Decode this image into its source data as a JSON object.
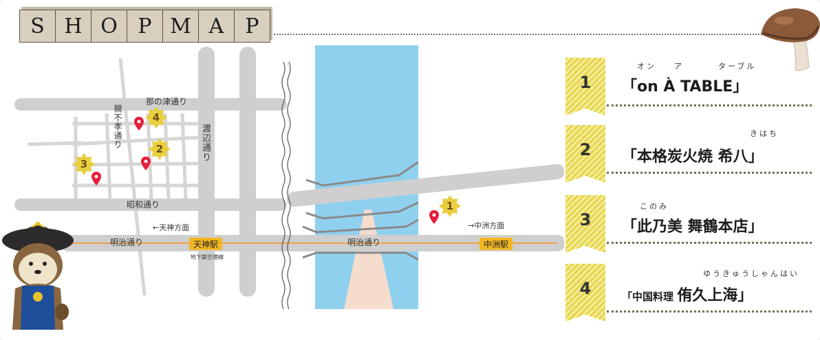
{
  "title": {
    "letters": [
      "S",
      "H",
      "O",
      "P",
      "M",
      "A",
      "P"
    ]
  },
  "map": {
    "streets": {
      "nanotsu": "那の津通り",
      "oyafuko": "親不孝通り",
      "watanabe": "渡辺通り",
      "showa": "昭和通り",
      "meiji_west": "明治通り",
      "meiji_east": "明治通り"
    },
    "directions": {
      "tenjin": "←天神方面",
      "nakasu": "→中洲方面"
    },
    "stations": {
      "tenjin": "天神駅",
      "nakasu": "中洲駅",
      "subway_line": "地下鉄空港線"
    },
    "markers": [
      "1",
      "2",
      "3",
      "4"
    ]
  },
  "shops": [
    {
      "number": "1",
      "name": "「on À TABLE」",
      "ruby": [
        "オン",
        "ア",
        "ターブル"
      ]
    },
    {
      "number": "2",
      "name_main": "「本格炭火焼 ",
      "name_sub": "希八」",
      "ruby": [
        "きはち"
      ]
    },
    {
      "number": "3",
      "name_main": "「此乃美 ",
      "name_sub": "舞鶴本店」",
      "ruby": [
        "このみ"
      ]
    },
    {
      "number": "4",
      "name_prefix": "「中国料理 ",
      "name_main": "侑久上海」",
      "ruby": [
        "ゆうきゅうしゃんはい"
      ]
    }
  ],
  "colors": {
    "road": "#cfcfcf",
    "river": "#8fd0ef",
    "rail": "#f0a045",
    "pin": "#e61e3c",
    "badge": "#e9cf3d",
    "title_block": "#d9cfbf"
  }
}
